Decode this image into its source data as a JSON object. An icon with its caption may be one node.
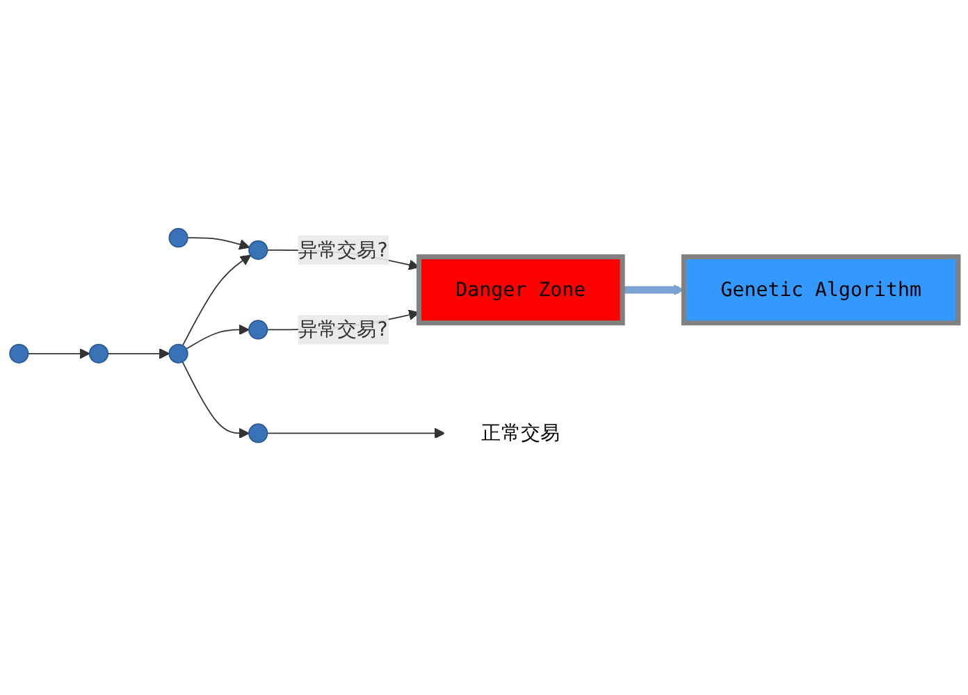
{
  "diagram": {
    "nodes": [
      {
        "text": [],
        "shape": "circle"
      },
      {
        "text": [],
        "shape": "circle"
      },
      {
        "text": [],
        "shape": "circle"
      },
      {
        "text": [],
        "shape": "circle"
      },
      {
        "text": [],
        "shape": "circle"
      },
      {
        "text": [],
        "shape": "circle"
      },
      {
        "text": [],
        "shape": "circle"
      },
      {
        "text": [
          "Danger Zone"
        ]
      },
      {
        "text": [
          "Genetic Algorithm"
        ]
      },
      {
        "text": [
          "正常交易"
        ]
      }
    ],
    "edges": [
      {
        "from": 0,
        "to": 1,
        "arrow": "to"
      },
      {
        "from": 2,
        "to": 1,
        "arrow": "to"
      },
      {
        "from": 2,
        "to": 3,
        "arrow": "to"
      },
      {
        "from": 2,
        "to": 4,
        "arrow": "to"
      },
      {
        "from": 5,
        "to": 2,
        "arrow": "to"
      },
      {
        "from": 6,
        "to": 5,
        "arrow": "to"
      },
      {
        "from": 1,
        "to": 7,
        "arrow": "to",
        "label": "异常交易?"
      },
      {
        "from": 3,
        "to": 7,
        "arrow": "to",
        "label": "异常交易?"
      },
      {
        "from": 4,
        "to": 9,
        "arrow": "to"
      },
      {
        "from": 7,
        "to": 8,
        "arrow": "to",
        "style": "thick",
        "color": "#7ba3d4"
      }
    ]
  }
}
